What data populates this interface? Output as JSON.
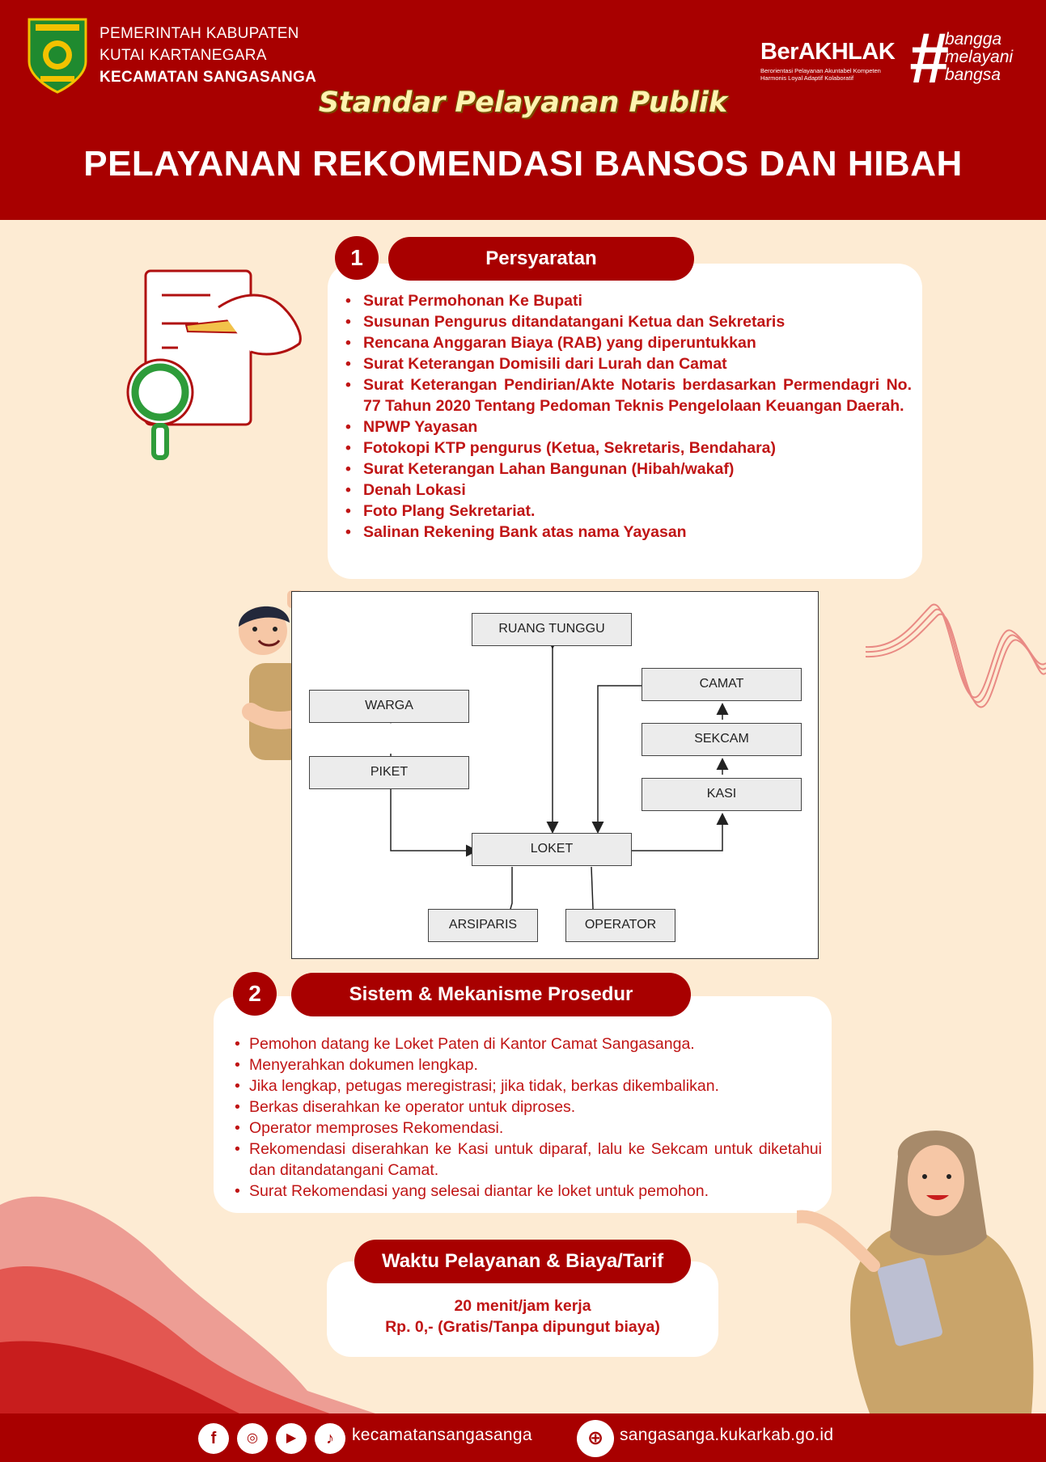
{
  "header": {
    "gov_line1": "PEMERINTAH KABUPATEN",
    "gov_line2": "KUTAI KARTANEGARA",
    "gov_line3": "KECAMATAN SANGASANGA",
    "berakhlak": "BerAKHLAK",
    "berakhlak_tagline": "Berorientasi Pelayanan Akuntabel Kompeten Harmonis Loyal Adaptif Kolaboratif",
    "hashtag": "#",
    "bangga_1": "bangga",
    "bangga_2": "melayani",
    "bangga_3": "bangsa",
    "subtitle": "Standar Pelayanan Publik",
    "title": "PELAYANAN REKOMENDASI BANSOS DAN HIBAH"
  },
  "section1": {
    "number": "1",
    "title": "Persyaratan",
    "items": [
      "Surat Permohonan Ke Bupati",
      "Susunan Pengurus ditandatangani Ketua dan Sekretaris",
      "Rencana Anggaran Biaya (RAB) yang diperuntukkan",
      "Surat Keterangan Domisili dari Lurah dan Camat",
      "Surat Keterangan Pendirian/Akte Notaris berdasarkan Permendagri No. 77 Tahun 2020 Tentang Pedoman Teknis Pengelolaan Keuangan Daerah.",
      "NPWP Yayasan",
      "Fotokopi KTP pengurus (Ketua, Sekretaris, Bendahara)",
      "Surat Keterangan Lahan Bangunan (Hibah/wakaf)",
      "Denah Lokasi",
      "Foto Plang Sekretariat.",
      "Salinan Rekening Bank atas nama Yayasan"
    ]
  },
  "flow": {
    "ruang_tunggu": "RUANG TUNGGU",
    "warga": "WARGA",
    "piket": "PIKET",
    "loket": "LOKET",
    "camat": "CAMAT",
    "sekcam": "SEKCAM",
    "kasi": "KASI",
    "arsiparis": "ARSIPARIS",
    "operator": "OPERATOR"
  },
  "section2": {
    "number": "2",
    "title": "Sistem & Mekanisme Prosedur",
    "items": [
      "Pemohon datang ke Loket Paten di Kantor Camat Sangasanga.",
      "Menyerahkan dokumen lengkap.",
      "Jika lengkap, petugas meregistrasi; jika tidak, berkas dikembalikan.",
      "Berkas diserahkan ke operator untuk diproses.",
      "Operator memproses Rekomendasi.",
      "Rekomendasi diserahkan ke Kasi untuk diparaf, lalu ke Sekcam untuk diketahui dan ditandatangani Camat.",
      "Surat Rekomendasi yang selesai diantar ke loket untuk pemohon."
    ]
  },
  "waktu": {
    "title": "Waktu Pelayanan & Biaya/Tarif",
    "line1": "20 menit/jam kerja",
    "line2": "Rp. 0,- (Gratis/Tanpa dipungut biaya)"
  },
  "footer": {
    "social_handle": "kecamatansangasanga",
    "website": "sangasanga.kukarkab.go.id"
  },
  "icons": [
    "facebook-icon",
    "instagram-icon",
    "youtube-icon",
    "tiktok-icon",
    "globe-icon"
  ],
  "colors": {
    "primary": "#a80000",
    "background": "#fdebd3",
    "text": "#c01515",
    "accent_green": "#2e9c3a"
  }
}
